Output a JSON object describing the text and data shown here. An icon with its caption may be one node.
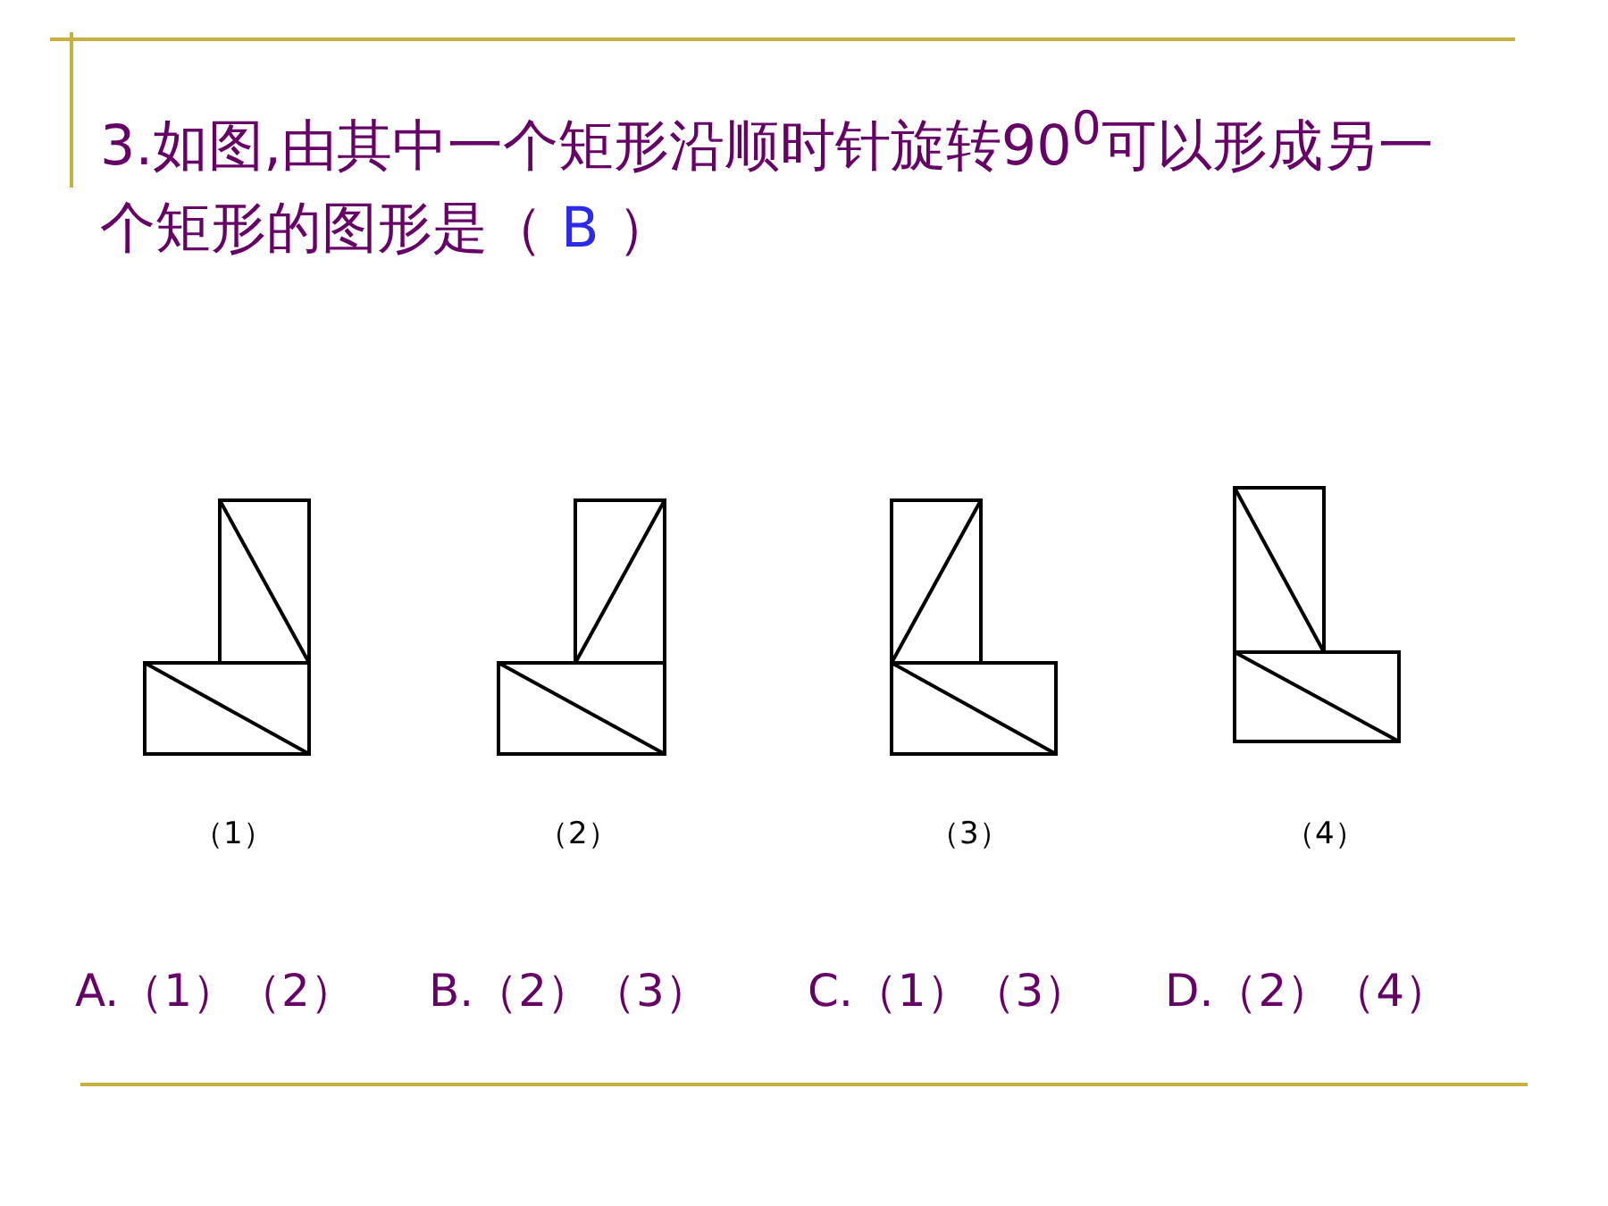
{
  "diagram": {
    "title": "3.如图,由其中一个矩形沿顺时针旋转90$^{0}$可以形成另一个矩形的图形是（",
    "nodes": [
      {
        "text": [],
        "shape": "picture",
        "beside": [
          "（1）"
        ]
      },
      {
        "text": [],
        "shape": "picture",
        "beside": [
          "（2）"
        ]
      },
      {
        "text": [],
        "shape": "picture",
        "beside": [
          "（3）"
        ]
      },
      {
        "text": [],
        "shape": "picture",
        "beside": [
          "（4）"
        ]
      }
    ],
    "labels": [
      "B",
      "）",
      "A.（1）（2）",
      "B.（2）（3）",
      "C.（1）（3）",
      "D.（2）（4）"
    ]
  }
}
